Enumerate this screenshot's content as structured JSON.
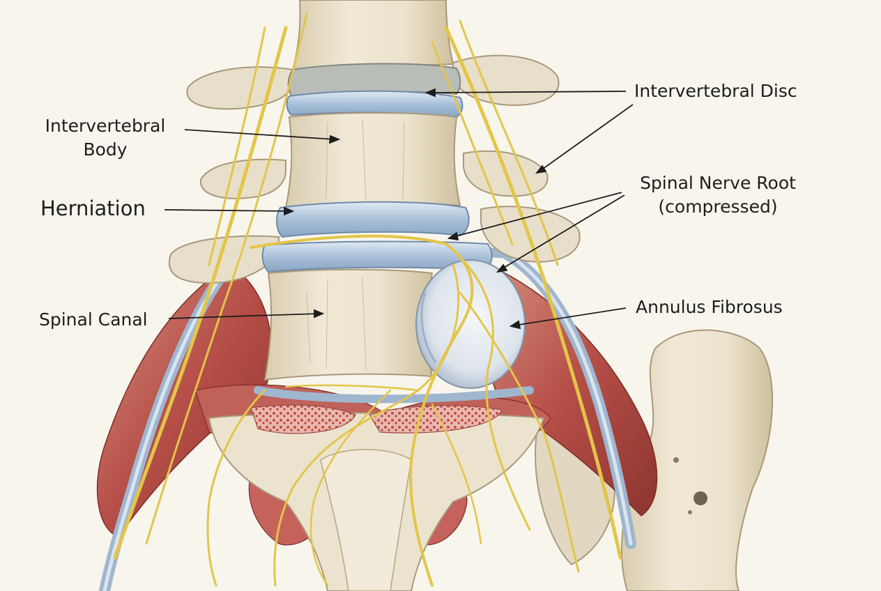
{
  "labels": {
    "intervertebral_disc": "Intervertebral Disc",
    "intervertebral_body_line1": "Intervertebral",
    "intervertebral_body_line2": "Body",
    "herniation": "Herniation",
    "spinal_nerve_root_line1": "Spinal Nerve Root",
    "spinal_nerve_root_line2": "(compressed)",
    "spinal_canal": "Spinal Canal",
    "annulus_fibrosus": "Annulus Fibrosus"
  },
  "colors": {
    "background": "#f8f5ec",
    "bone": "#ebe2cd",
    "bone_shadow": "#cdbf9f",
    "disc": "#b9cde0",
    "disc_gray": "#b7b8b2",
    "nerve": "#e6c94a",
    "muscle": "#b4504a",
    "muscle_light": "#d98a7c",
    "vessel": "#9fb6cf",
    "leader": "#1d1d1d"
  }
}
